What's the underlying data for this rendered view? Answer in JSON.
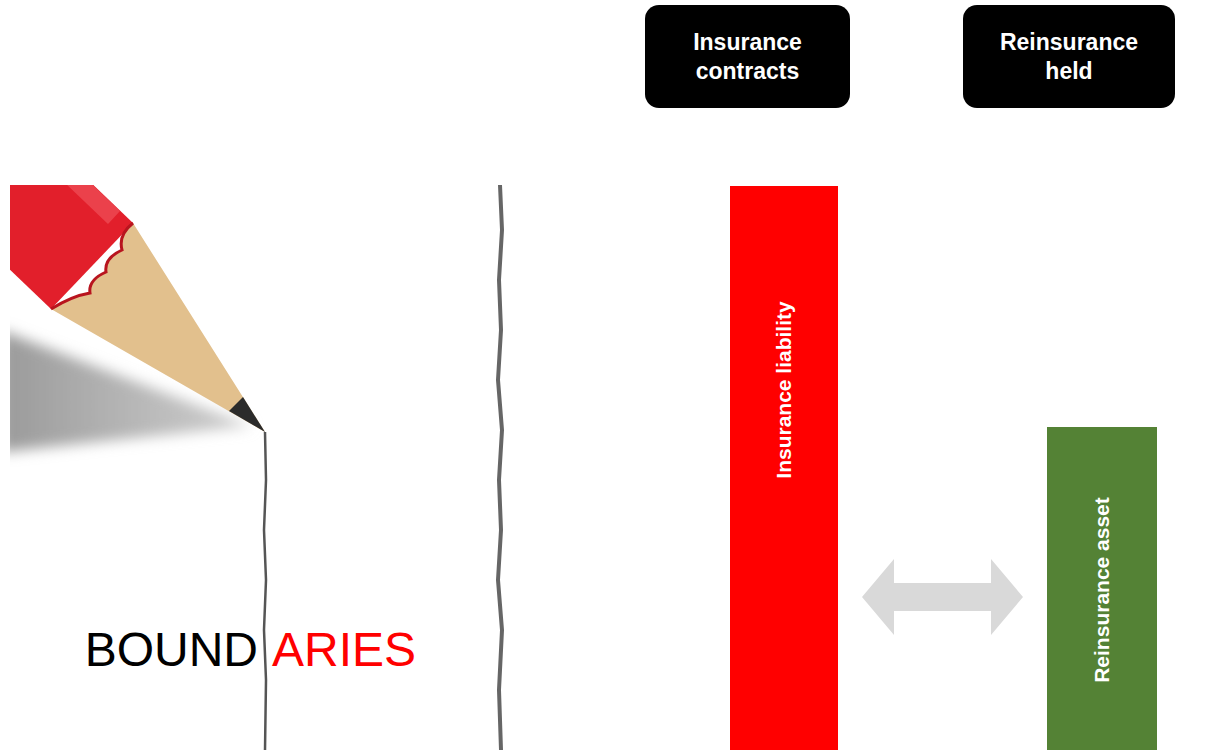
{
  "diagram": {
    "nodes": [
      {
        "text": [
          "Insurance contracts"
        ]
      },
      {
        "text": [
          "Reinsurance held"
        ]
      },
      {
        "text": [
          "Insurance liability"
        ]
      },
      {
        "text": [
          "Reinsurance asset"
        ]
      }
    ],
    "edges": [
      {
        "from": 2,
        "to": 3,
        "arrow": "both"
      }
    ],
    "labels": [
      "BOUND",
      "ARIES"
    ]
  }
}
